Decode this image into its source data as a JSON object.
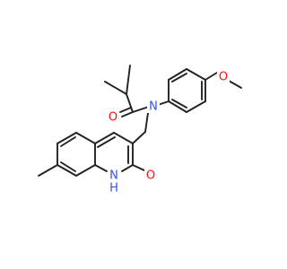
{
  "molecule": {
    "atoms": {
      "carbonyl_o": {
        "label": "O",
        "color": "#ff0d0d"
      },
      "amide_n": {
        "label": "N",
        "color": "#3050f8"
      },
      "methoxy_o": {
        "label": "O",
        "color": "#ff0d0d"
      },
      "lactam_o": {
        "label": "O",
        "color": "#ff0d0d"
      },
      "lactam_nh": {
        "label": "N",
        "color": "#3050f8"
      },
      "lactam_h": {
        "label": "H",
        "color": "#3050f8"
      }
    },
    "bond_color": "#222222"
  }
}
